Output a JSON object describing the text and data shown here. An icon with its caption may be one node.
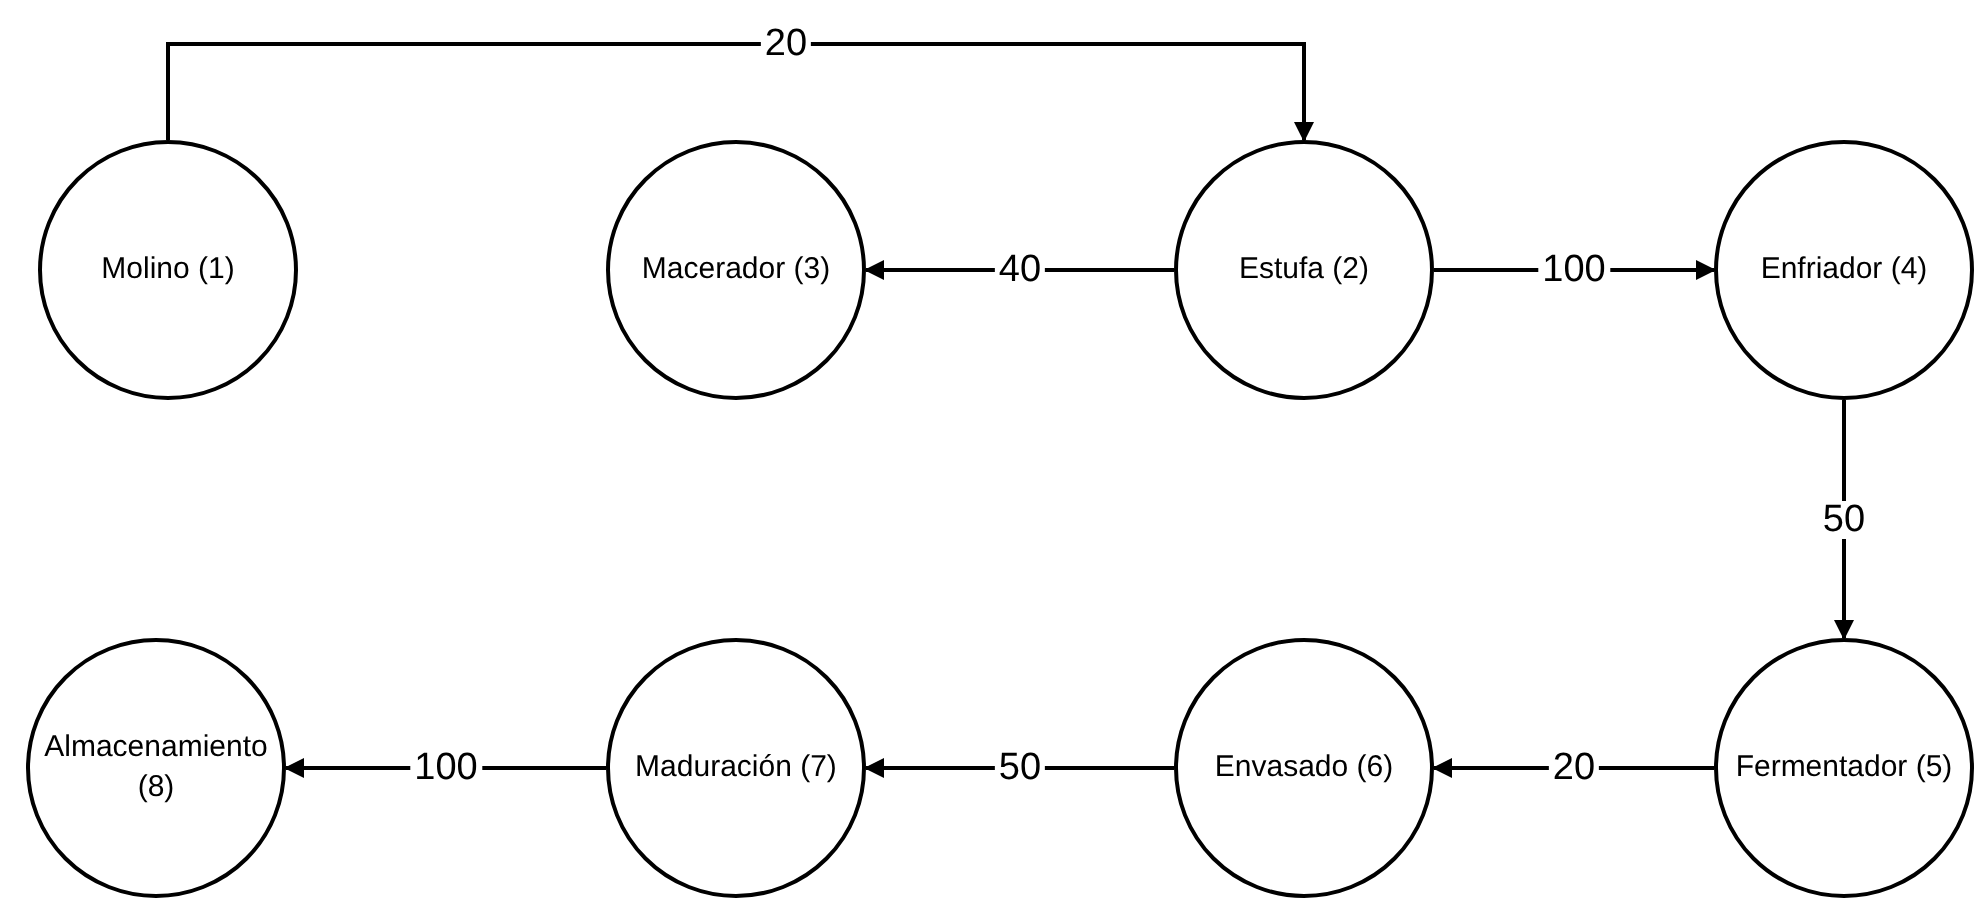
{
  "diagram": {
    "nodes": [
      {
        "text": [
          "Molino (1)"
        ]
      },
      {
        "text": [
          "Macerador (3)"
        ]
      },
      {
        "text": [
          "Estufa (2)"
        ]
      },
      {
        "text": [
          "Enfriador (4)"
        ]
      },
      {
        "text": [
          "Almacenamiento (8)"
        ]
      },
      {
        "text": [
          "Maduración (7)"
        ]
      },
      {
        "text": [
          "Envasado (6)"
        ]
      },
      {
        "text": [
          "Fermentador (5)"
        ]
      }
    ],
    "edges": [
      {
        "from": 0,
        "to": 2,
        "arrow": "to",
        "label": "20"
      },
      {
        "from": 2,
        "to": 1,
        "arrow": "to",
        "label": "40"
      },
      {
        "from": 2,
        "to": 3,
        "arrow": "to",
        "label": "100"
      },
      {
        "from": 3,
        "to": 7,
        "arrow": "to",
        "label": "50"
      },
      {
        "from": 7,
        "to": 6,
        "arrow": "to",
        "label": "20"
      },
      {
        "from": 6,
        "to": 5,
        "arrow": "to",
        "label": "50"
      },
      {
        "from": 5,
        "to": 4,
        "arrow": "to",
        "label": "100"
      }
    ]
  }
}
